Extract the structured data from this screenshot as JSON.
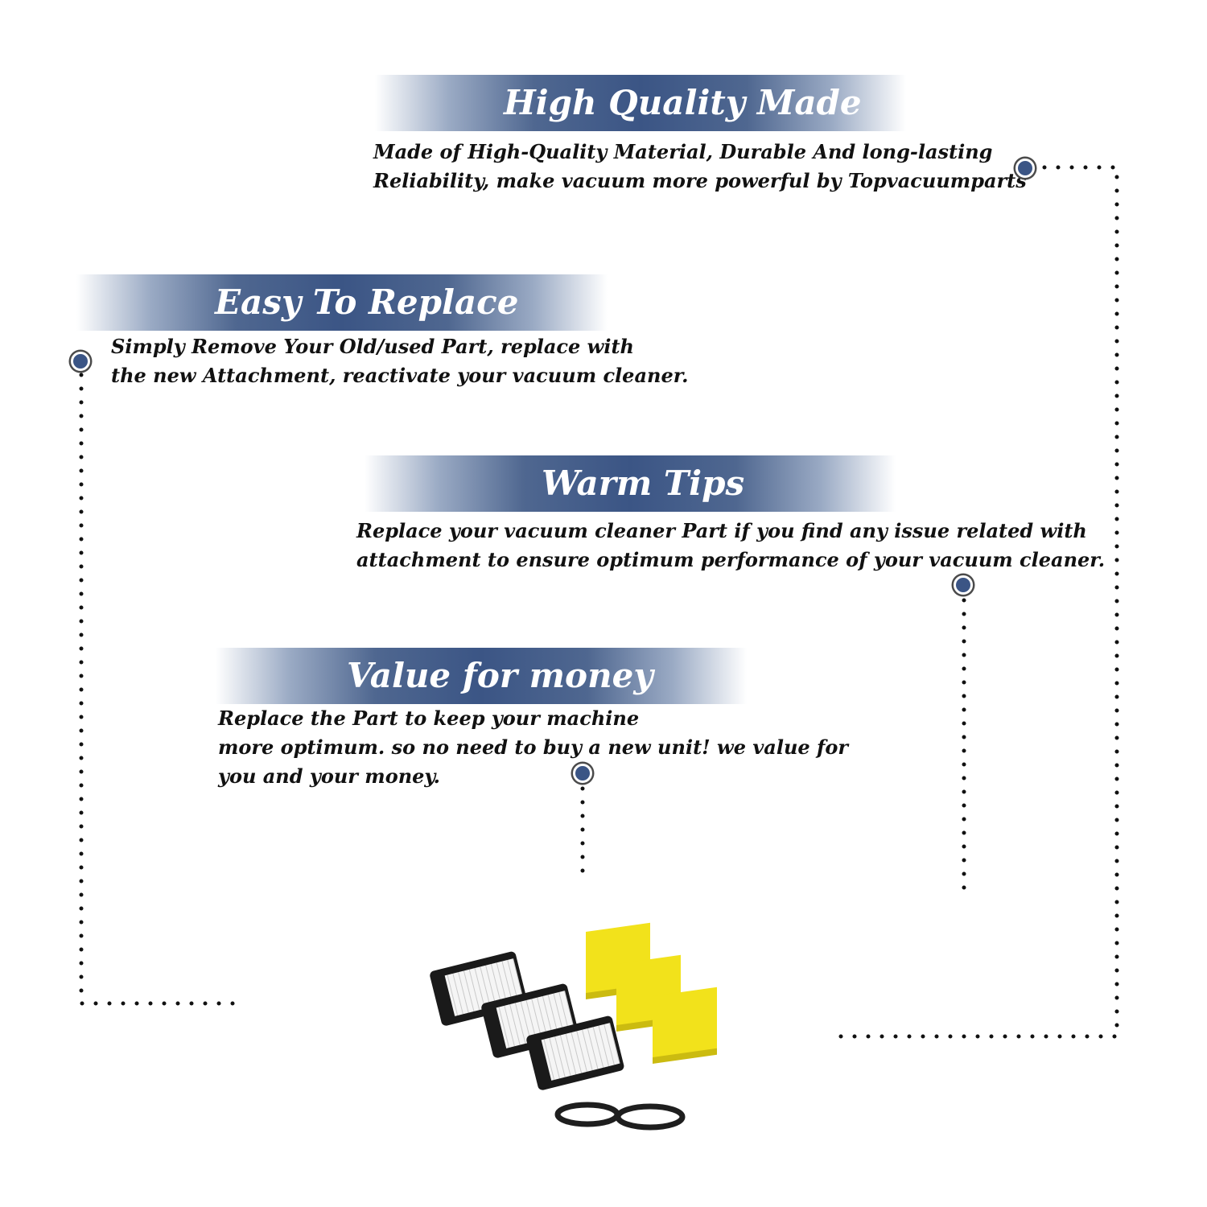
{
  "sections": {
    "high_quality": {
      "title": "High Quality Made",
      "lines": [
        "Made of  High-Quality Material, Durable And long-lasting",
        "Reliability, make vacuum more powerful by Topvacuumparts"
      ]
    },
    "easy_replace": {
      "title": "Easy To Replace",
      "lines": [
        "Simply Remove Your Old/used Part, replace with",
        "the new Attachment, reactivate your vacuum cleaner."
      ]
    },
    "warm_tips": {
      "title": "Warm Tips",
      "lines": [
        "Replace your vacuum cleaner Part if you find any issue related with",
        " attachment to ensure optimum performance of your vacuum cleaner."
      ]
    },
    "value": {
      "title": "Value for money",
      "lines": [
        "Replace the Part to keep your machine",
        "more optimum. so no need to buy a new unit! we value for",
        "you and your money."
      ]
    }
  },
  "colors": {
    "banner_blue": "#3b5585",
    "marker_blue": "#3b5585",
    "text": "#111111",
    "dots": "#111111",
    "foam_yellow": "#f2e21b",
    "filter_black": "#1a1a1a"
  },
  "product": {
    "icons": [
      "hepa-filter-icon",
      "foam-filter-icon",
      "belt-icon"
    ],
    "filter_count": 3,
    "foam_count": 3,
    "belt_count": 2
  }
}
